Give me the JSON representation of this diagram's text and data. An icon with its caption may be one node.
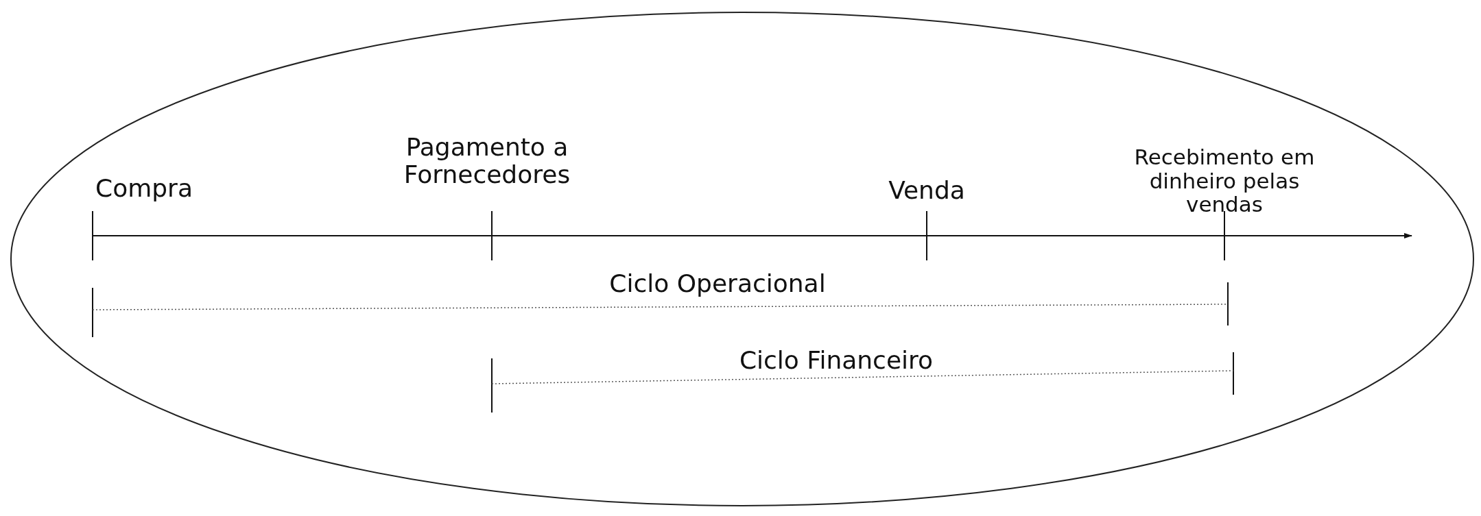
{
  "diagram": {
    "labels": [
      "Compra",
      "Pagamento a Fornecedores",
      "Venda",
      "Recebimento em dinheiro pelas vendas",
      "Ciclo Operacional",
      "Ciclo Financeiro"
    ]
  }
}
